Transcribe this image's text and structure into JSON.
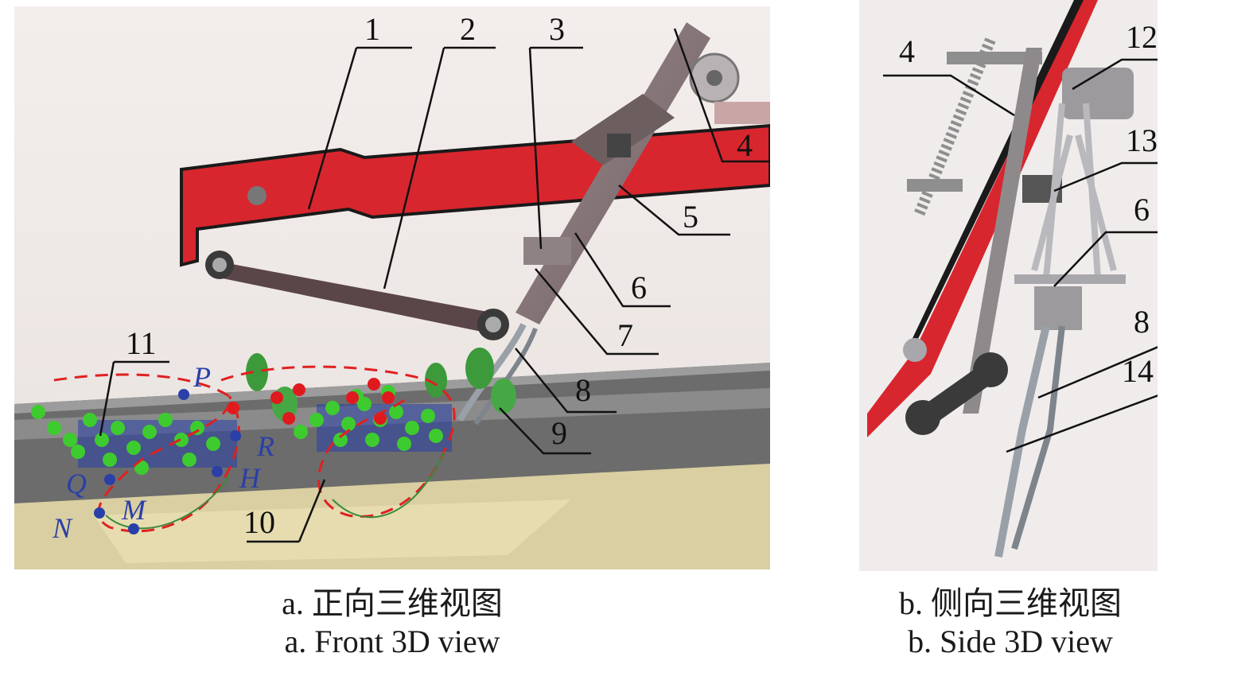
{
  "panel_a": {
    "part_labels": [
      "1",
      "2",
      "3",
      "4",
      "5",
      "6",
      "7",
      "8",
      "9",
      "10",
      "11"
    ],
    "point_labels": [
      "P",
      "Q",
      "R",
      "H",
      "M",
      "N"
    ],
    "caption_cn": "a. 正向三维视图",
    "caption_en": "a. Front 3D view"
  },
  "panel_b": {
    "part_labels": [
      "4",
      "12",
      "13",
      "6",
      "8",
      "14"
    ],
    "caption_cn": "b. 侧向三维视图",
    "caption_en": "b. Side 3D view"
  },
  "colors": {
    "frame_red": "#d8262e",
    "link_brown": "#5a4548",
    "plant_green": "#3ecb2f",
    "fruit_red": "#e0191f",
    "point_blue": "#2a3fa8",
    "dashed_outline": "#e02020",
    "soil": "#d8cc9a"
  }
}
